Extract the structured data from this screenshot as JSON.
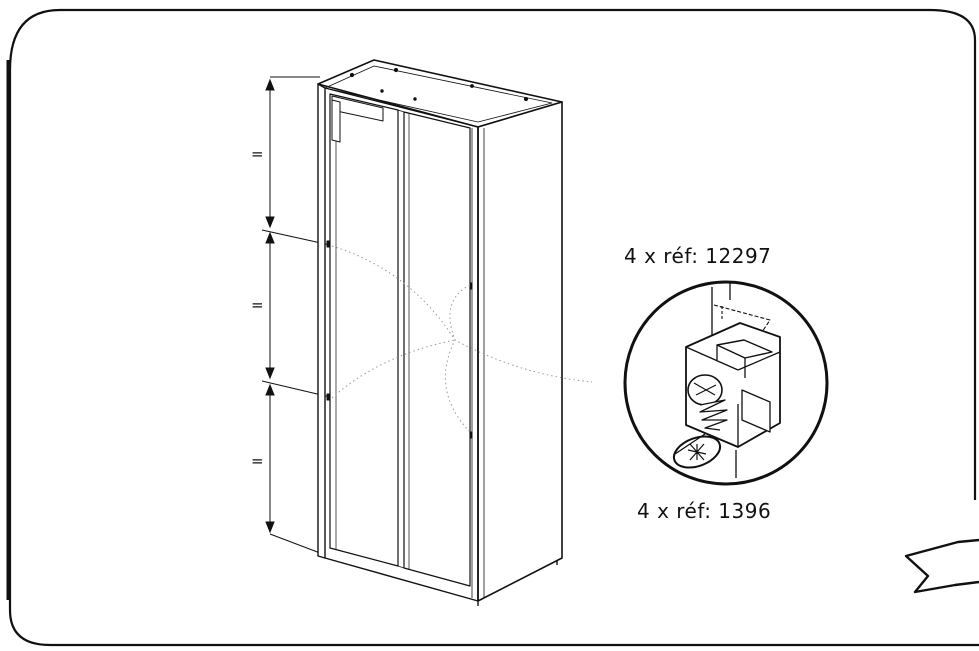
{
  "callout": {
    "top_ref": "4 x réf: 12297",
    "bottom_ref": "4 x réf: 1396"
  },
  "dimensions": {
    "segment_1": "=",
    "segment_2": "=",
    "segment_3": "=",
    "equal_spacing": true,
    "segments": 3
  },
  "colors": {
    "line": "#111111",
    "background": "#ffffff"
  },
  "icons": {
    "frame": "rounded-frame",
    "cabinet": "wardrobe-cabinet-icon",
    "detail": "bracket-screw-detail-icon",
    "next_arrow": "next-page-arrow-icon"
  }
}
